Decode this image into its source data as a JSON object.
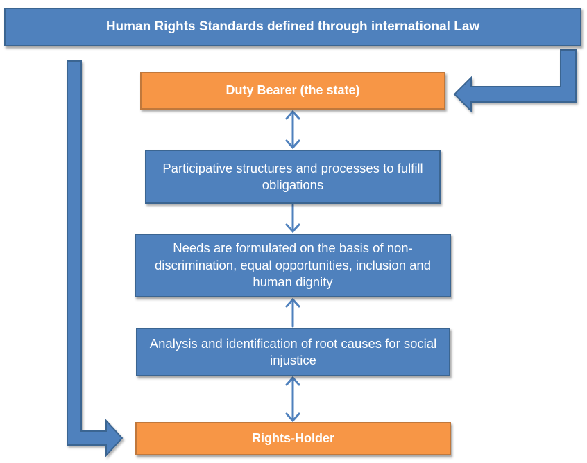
{
  "diagram": {
    "top": "Human Rights Standards defined through international Law",
    "duty_bearer": "Duty Bearer (the state)",
    "participative": "Participative structures and processes to fulfill obligations",
    "needs": "Needs are formulated on the basis of non-discrimination, equal opportunities, inclusion and human dignity",
    "analysis": "Analysis and identification of root causes for social injustice",
    "rights_holder": "Rights-Holder"
  },
  "colors": {
    "blue": "#4f81bd",
    "orange": "#f79646",
    "stroke": "#3b6591"
  }
}
